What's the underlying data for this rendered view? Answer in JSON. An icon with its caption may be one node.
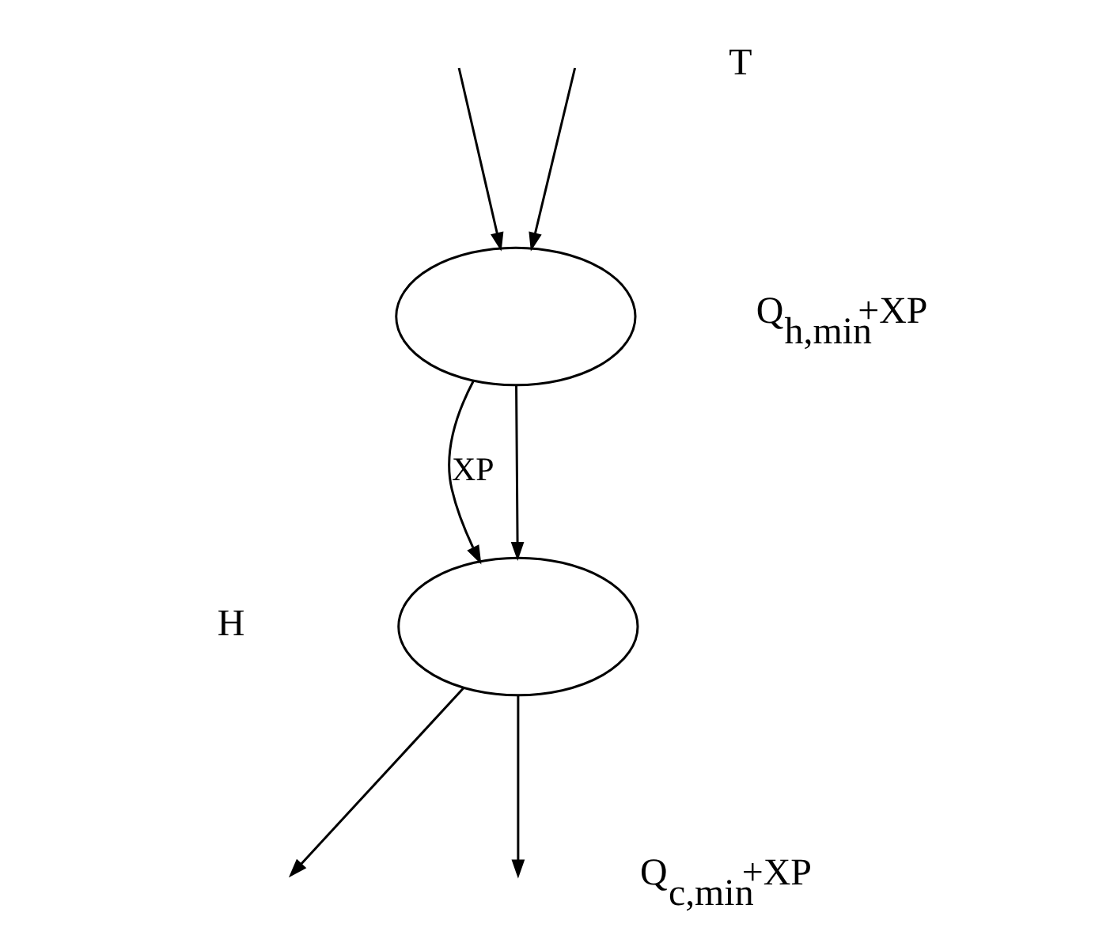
{
  "diagram": {
    "nodes": [
      {
        "text": [],
        "shape": "ellipse"
      },
      {
        "text": [],
        "shape": "ellipse"
      }
    ],
    "edges": [
      {
        "from": null,
        "to": 0,
        "arrow": "to"
      },
      {
        "from": null,
        "to": 0,
        "arrow": "to"
      },
      {
        "from": 0,
        "to": 1,
        "arrow": "to",
        "label": "XP"
      },
      {
        "from": 0,
        "to": 1,
        "arrow": "to"
      },
      {
        "from": 1,
        "to": null,
        "arrow": "to"
      },
      {
        "from": 1,
        "to": null,
        "arrow": "to"
      }
    ],
    "labels": [
      "T",
      "Q$_{h,min}$+XP",
      "Q$_{c,min}$+XP",
      "H"
    ]
  }
}
